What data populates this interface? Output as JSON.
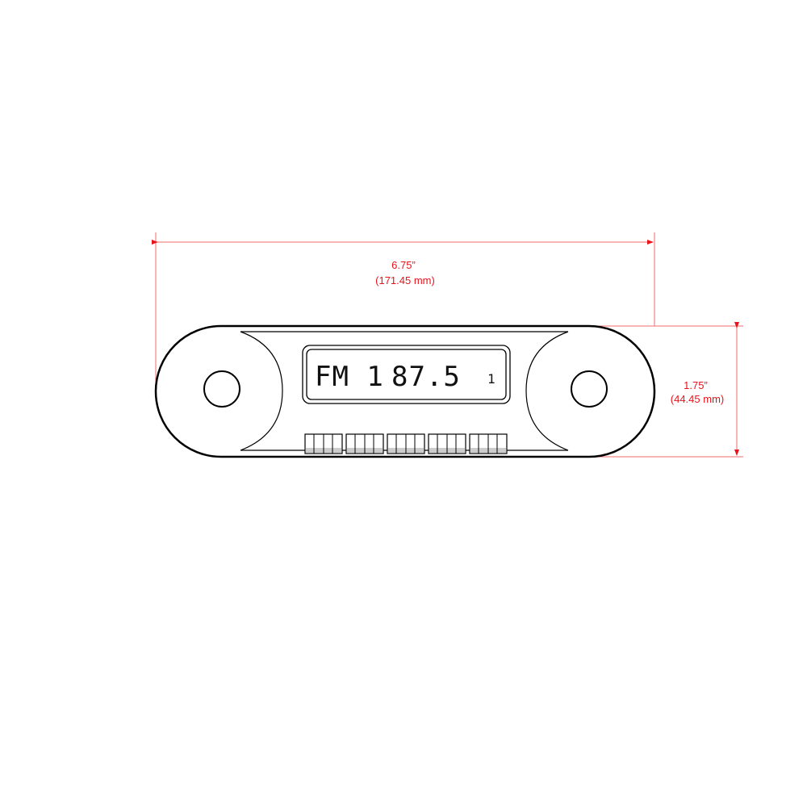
{
  "dimensions": {
    "width": {
      "inches": "6.75”",
      "mm": "(171.45 mm)"
    },
    "height": {
      "inches": "1.75”",
      "mm": "(44.45 mm)"
    }
  },
  "display": {
    "band": "FM 1",
    "frequency": "87.5",
    "preset": "1"
  },
  "preset_buttons": 5,
  "colors": {
    "dimension": "#e8141c",
    "outline": "#000000"
  }
}
